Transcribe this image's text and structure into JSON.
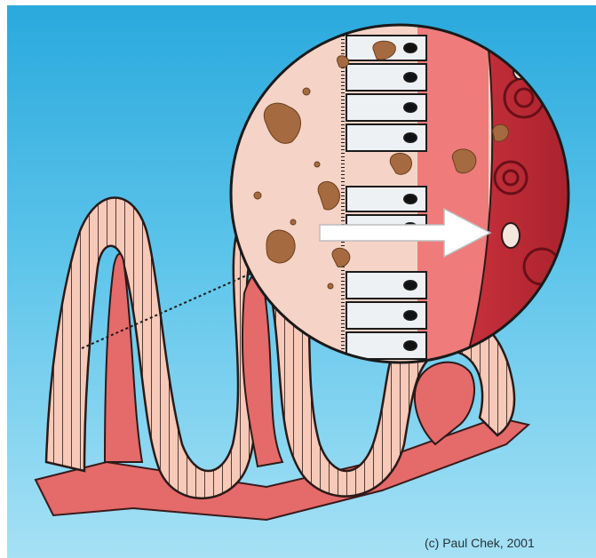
{
  "figure": {
    "credit": "(c) Paul Chek, 2001",
    "colors": {
      "background_top": "#2aa9dd",
      "background_bottom": "#a6e1f5",
      "villi_skin": "#f7c9b8",
      "tissue_core": "#e56a6a",
      "lumen": "#f5d3c6",
      "particles": "#a56a3f",
      "blood": "#b51f2b",
      "arrow": "#ffffff"
    },
    "icons": [
      "intestinal-villi",
      "magnifier-circle",
      "absorption-arrow"
    ]
  }
}
